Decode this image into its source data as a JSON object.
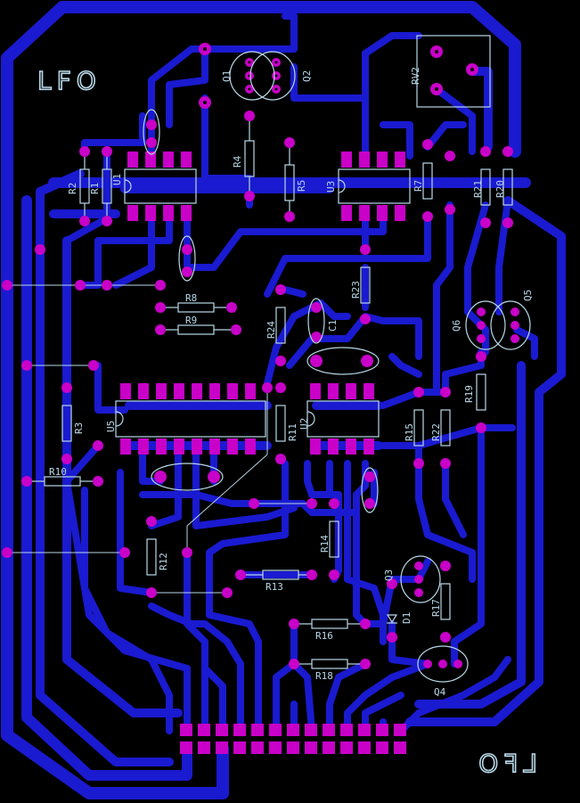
{
  "board": {
    "title_top": "LFO",
    "title_bottom": "LFO",
    "colors": {
      "background": "#000000",
      "copper": "#1a1ad0",
      "pad": "#c800c8",
      "silkscreen": "#b8d8e8"
    }
  },
  "components": {
    "resistors": [
      "R1",
      "R2",
      "R3",
      "R4",
      "R5",
      "R7",
      "R8",
      "R9",
      "R10",
      "R11",
      "R12",
      "R13",
      "R14",
      "R15",
      "R16",
      "R17",
      "R18",
      "R19",
      "R20",
      "R21",
      "R22",
      "R23",
      "R24"
    ],
    "ics": [
      "U1",
      "U2",
      "U3",
      "U5"
    ],
    "transistors": [
      "Q1",
      "Q2",
      "Q3",
      "Q4",
      "Q5",
      "Q6"
    ],
    "capacitors": [
      "C1"
    ],
    "diodes": [
      "D1"
    ],
    "pots": [
      "RV2"
    ]
  },
  "connector": {
    "columns": 13,
    "rows": 2
  }
}
